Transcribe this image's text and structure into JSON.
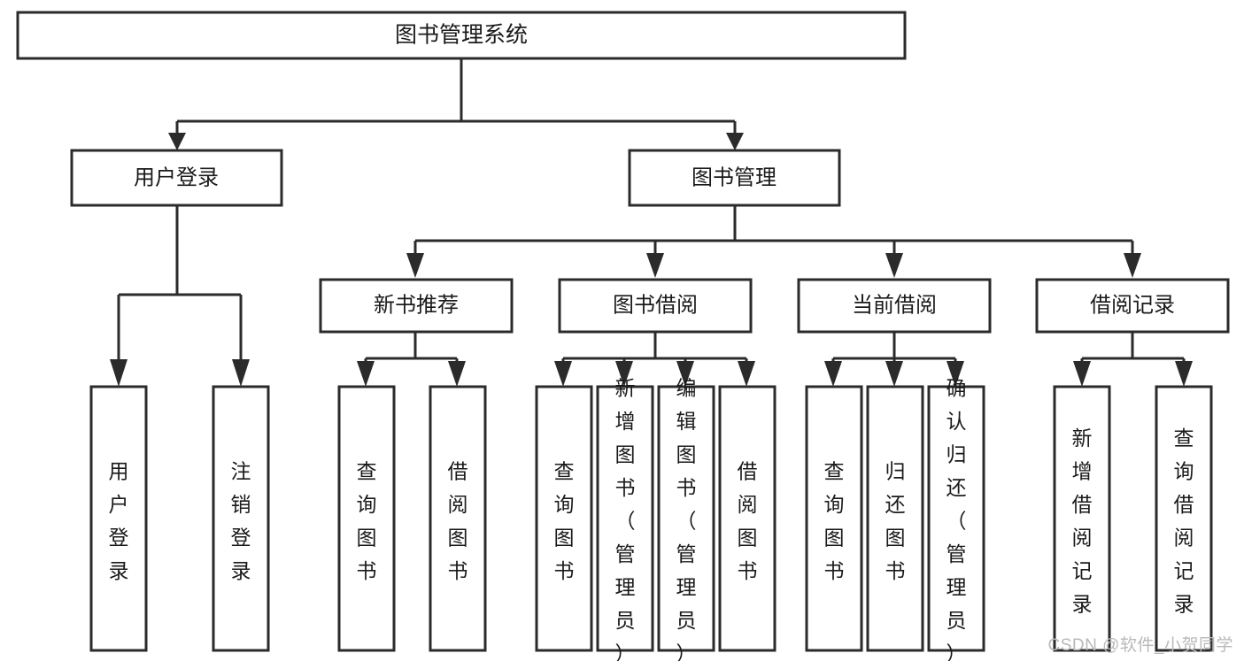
{
  "diagram": {
    "type": "hierarchy-tree",
    "title": "图书管理系统",
    "watermark": "CSDN @软件_小贺同学",
    "colors": {
      "box_stroke": "#2b2b2b",
      "box_fill": "#ffffff",
      "text": "#1a1a1a",
      "background": "#ffffff",
      "watermark": "#b9b9b9"
    },
    "levels": {
      "root": "图书管理系统",
      "level2": [
        "用户登录",
        "图书管理"
      ],
      "level3": [
        "新书推荐",
        "图书借阅",
        "当前借阅",
        "借阅记录"
      ]
    },
    "nodes": {
      "root": {
        "label": "图书管理系统"
      },
      "user_login": {
        "label": "用户登录"
      },
      "book_manage": {
        "label": "图书管理"
      },
      "new_book_rec": {
        "label": "新书推荐"
      },
      "book_borrow": {
        "label": "图书借阅"
      },
      "current_borrow": {
        "label": "当前借阅"
      },
      "borrow_record": {
        "label": "借阅记录"
      },
      "leaf_user_login": {
        "label": "用户登录"
      },
      "leaf_user_logout": {
        "label": "注销登录"
      },
      "leaf_query_book_1": {
        "label": "查询图书"
      },
      "leaf_borrow_book_1": {
        "label": "借阅图书"
      },
      "leaf_query_book_2": {
        "label": "查询图书"
      },
      "leaf_add_book": {
        "label": "新增图书（管理员）"
      },
      "leaf_edit_book": {
        "label": "编辑图书（管理员）"
      },
      "leaf_borrow_book_2": {
        "label": "借阅图书"
      },
      "leaf_query_book_3": {
        "label": "查询图书"
      },
      "leaf_return_book": {
        "label": "归还图书"
      },
      "leaf_confirm_return": {
        "label": "确认归还（管理员）"
      },
      "leaf_add_record": {
        "label": "新增借阅记录"
      },
      "leaf_query_record": {
        "label": "查询借阅记录"
      }
    },
    "edges": [
      {
        "from": "root",
        "to": "用户登录"
      },
      {
        "from": "root",
        "to": "图书管理"
      },
      {
        "from": "用户登录",
        "to": "用户登录"
      },
      {
        "from": "用户登录",
        "to": "注销登录"
      },
      {
        "from": "图书管理",
        "to": "新书推荐"
      },
      {
        "from": "图书管理",
        "to": "图书借阅"
      },
      {
        "from": "图书管理",
        "to": "当前借阅"
      },
      {
        "from": "图书管理",
        "to": "借阅记录"
      },
      {
        "from": "新书推荐",
        "to": "查询图书"
      },
      {
        "from": "新书推荐",
        "to": "借阅图书"
      },
      {
        "from": "图书借阅",
        "to": "查询图书"
      },
      {
        "from": "图书借阅",
        "to": "新增图书（管理员）"
      },
      {
        "from": "图书借阅",
        "to": "编辑图书（管理员）"
      },
      {
        "from": "图书借阅",
        "to": "借阅图书"
      },
      {
        "from": "当前借阅",
        "to": "查询图书"
      },
      {
        "from": "当前借阅",
        "to": "归还图书"
      },
      {
        "from": "当前借阅",
        "to": "确认归还（管理员）"
      },
      {
        "from": "借阅记录",
        "to": "新增借阅记录"
      },
      {
        "from": "借阅记录",
        "to": "查询借阅记录"
      }
    ]
  }
}
